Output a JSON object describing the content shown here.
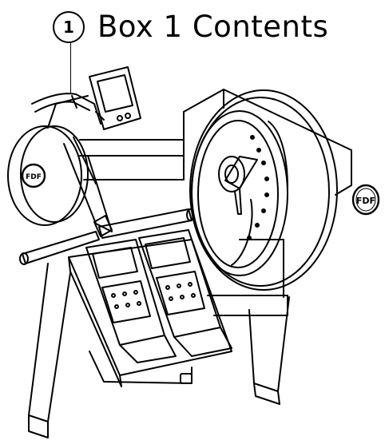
{
  "callout": {
    "number": "1",
    "title": "Box 1 Contents"
  },
  "logos": {
    "left_flywheel": "FDF",
    "right_flywheel": "FDF"
  },
  "icons": [
    "callout-number-icon",
    "monitor-icon",
    "flywheel-icon",
    "footplate-icon",
    "handle-icon"
  ]
}
